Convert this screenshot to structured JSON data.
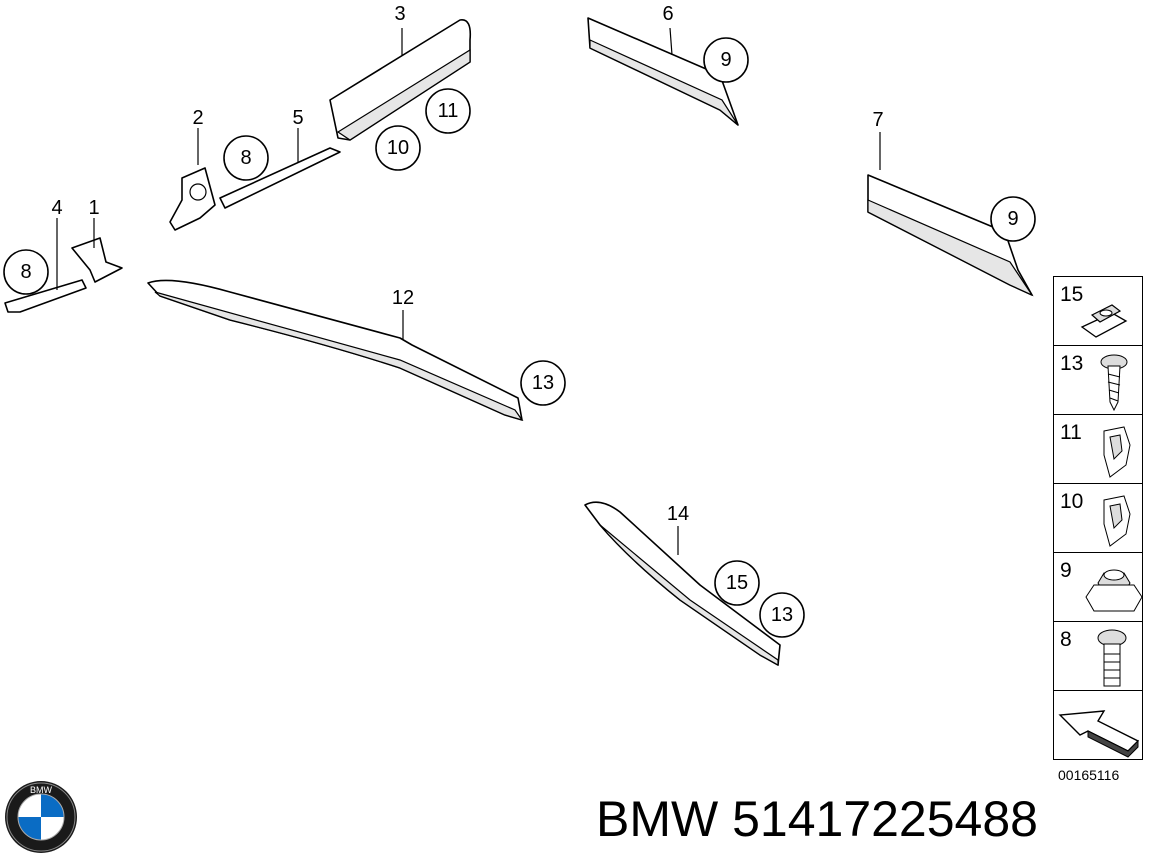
{
  "parts": [
    {
      "num": "3"
    },
    {
      "num": "6"
    },
    {
      "num": "2"
    },
    {
      "num": "5"
    },
    {
      "num": "7"
    },
    {
      "num": "4"
    },
    {
      "num": "1"
    },
    {
      "num": "12"
    },
    {
      "num": "14"
    }
  ],
  "callouts": [
    {
      "num": "9"
    },
    {
      "num": "11"
    },
    {
      "num": "8"
    },
    {
      "num": "10"
    },
    {
      "num": "9"
    },
    {
      "num": "8"
    },
    {
      "num": "13"
    },
    {
      "num": "15"
    },
    {
      "num": "13"
    }
  ],
  "legend": [
    {
      "num": "15",
      "icon": "clip-nut-icon"
    },
    {
      "num": "13",
      "icon": "screw-icon"
    },
    {
      "num": "11",
      "icon": "clip-icon"
    },
    {
      "num": "10",
      "icon": "clip-icon"
    },
    {
      "num": "9",
      "icon": "nut-icon"
    },
    {
      "num": "8",
      "icon": "bolt-icon"
    },
    {
      "num": "",
      "icon": "arrow-icon"
    }
  ],
  "diagram_code": "00165116",
  "brand": "BMW",
  "part_number": "51417225488",
  "logo_text": "BMW",
  "title": "BMW 51417225488"
}
